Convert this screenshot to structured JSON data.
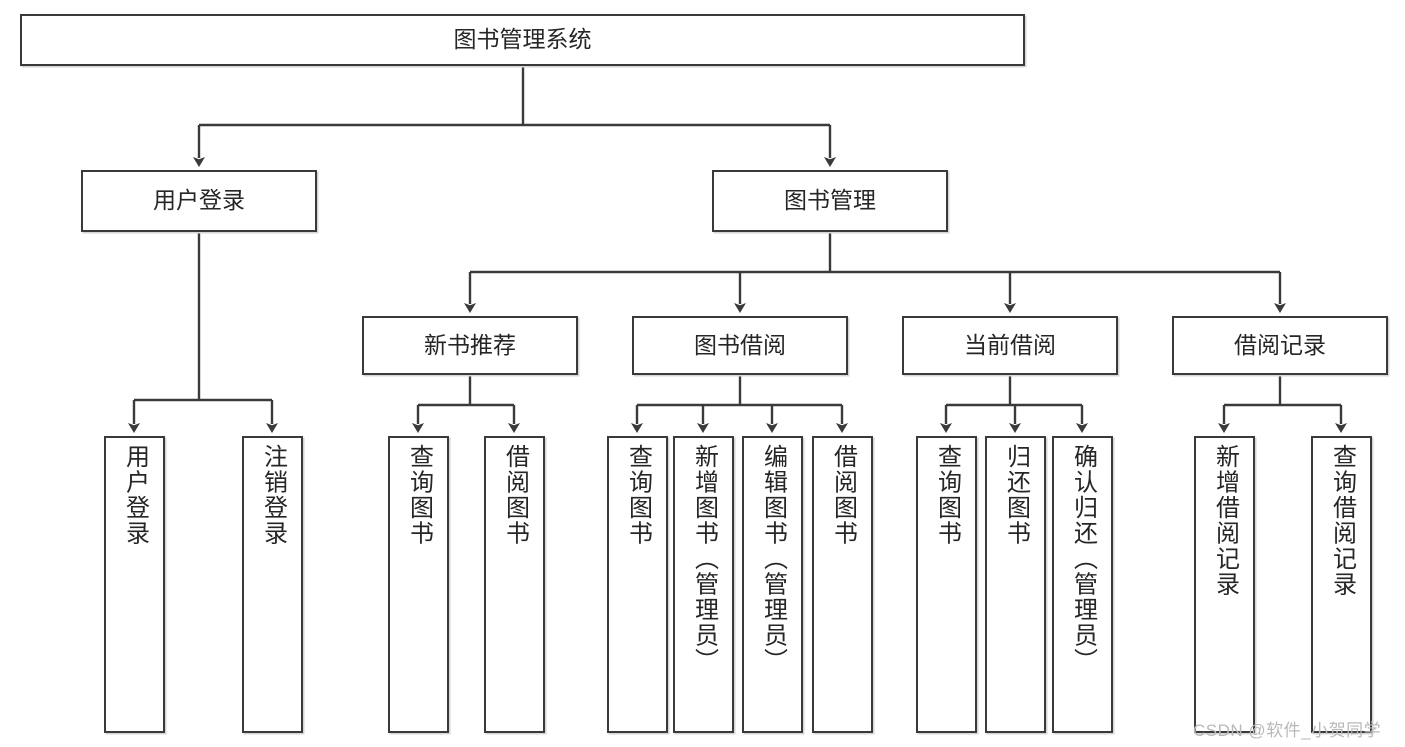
{
  "diagram": {
    "type": "hierarchy-tree",
    "title": "图书管理系统",
    "root": {
      "label": "图书管理系统"
    },
    "level2": [
      {
        "label": "用户登录"
      },
      {
        "label": "图书管理"
      }
    ],
    "level3": [
      {
        "label": "新书推荐"
      },
      {
        "label": "图书借阅"
      },
      {
        "label": "当前借阅"
      },
      {
        "label": "借阅记录"
      }
    ],
    "leaves": [
      {
        "label": "用户登录",
        "parent": "用户登录"
      },
      {
        "label": "注销登录",
        "parent": "用户登录"
      },
      {
        "label": "查询图书",
        "parent": "新书推荐"
      },
      {
        "label": "借阅图书",
        "parent": "新书推荐"
      },
      {
        "label": "查询图书",
        "parent": "图书借阅"
      },
      {
        "label": "新增图书（管理员）",
        "parent": "图书借阅"
      },
      {
        "label": "编辑图书（管理员）",
        "parent": "图书借阅"
      },
      {
        "label": "借阅图书",
        "parent": "图书借阅"
      },
      {
        "label": "查询图书",
        "parent": "当前借阅"
      },
      {
        "label": "归还图书",
        "parent": "当前借阅"
      },
      {
        "label": "确认归还（管理员）",
        "parent": "当前借阅"
      },
      {
        "label": "新增借阅记录",
        "parent": "借阅记录"
      },
      {
        "label": "查询借阅记录",
        "parent": "借阅记录"
      }
    ],
    "colors": {
      "stroke": "#3a3a3a",
      "fill": "#ffffff",
      "text": "#262626",
      "shadow": "#d6d6d6",
      "watermark": "#b9b9b9"
    }
  },
  "watermark": {
    "text": "CSDN @软件_小贺同学"
  }
}
